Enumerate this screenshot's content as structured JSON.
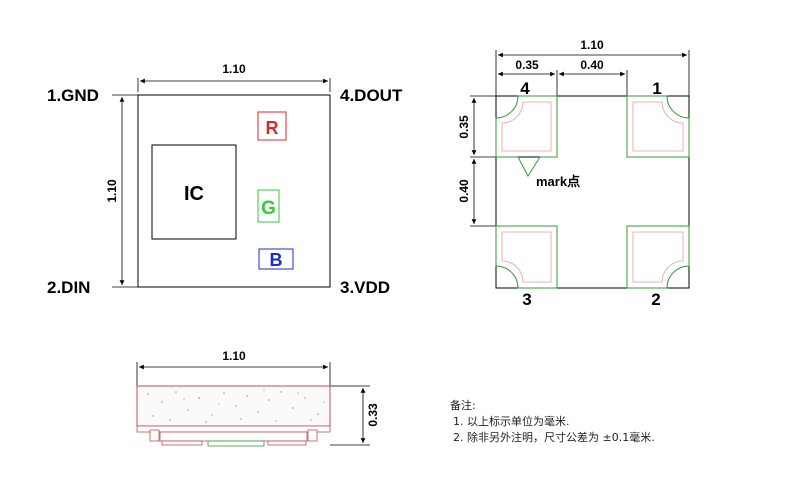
{
  "top_view": {
    "width_dim": "1.10",
    "height_dim": "1.10",
    "pins": {
      "pin1": "1.GND",
      "pin2": "2.DIN",
      "pin3": "3.VDD",
      "pin4": "4.DOUT"
    },
    "ic_label": "IC",
    "leds": {
      "r": "R",
      "g": "G",
      "b": "B"
    },
    "led_colors": {
      "r": "#e0252b",
      "g": "#33cc33",
      "b": "#1a2ccc"
    }
  },
  "bottom_view": {
    "width_dim": "1.10",
    "dim_a": "0.35",
    "dim_b": "0.40",
    "dim_v1": "0.35",
    "dim_v2": "0.40",
    "pads": {
      "p1": "1",
      "p2": "2",
      "p3": "3",
      "p4": "4"
    },
    "mark_text": "mark点"
  },
  "side_view": {
    "width_dim": "1.10",
    "height_dim": "0.33"
  },
  "notes": {
    "title": "备注:",
    "items": [
      "1. 以上标示单位为毫米.",
      "2. 除非另外注明，尺寸公差为 ±0.1毫米."
    ]
  }
}
